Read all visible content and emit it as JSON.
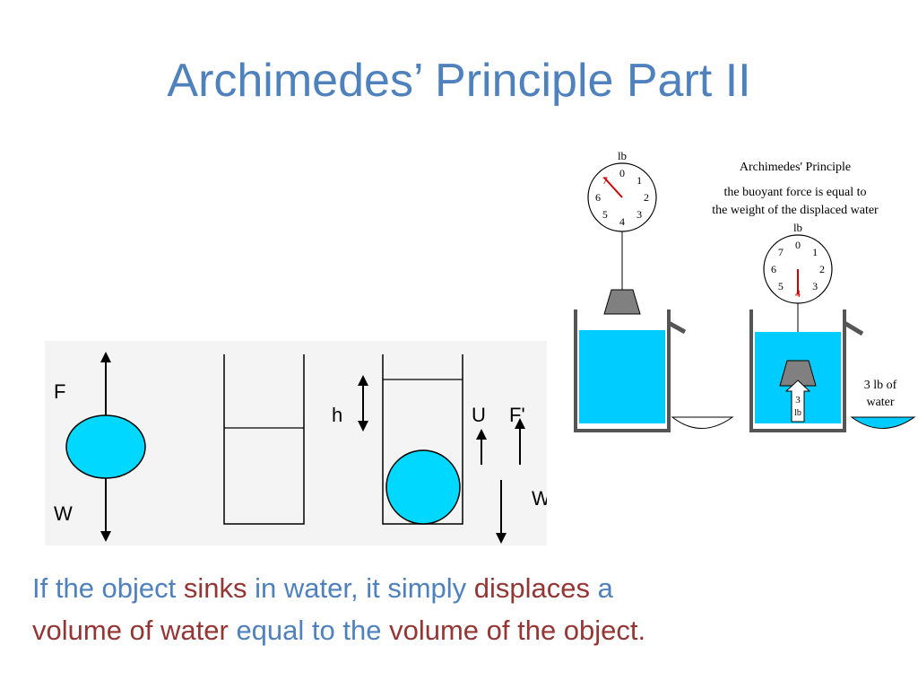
{
  "title": "Archimedes’ Principle Part II",
  "force_diagram": {
    "label_f": "F",
    "label_w": "W",
    "label_h": "h",
    "label_u": "U",
    "label_f_prime": "F'",
    "label_w2": "W"
  },
  "scale_figure": {
    "heading": "Archimedes' Principle",
    "line1": "the buoyant force is equal to",
    "line2": "the weight of the displaced water",
    "unit_left": "lb",
    "unit_right": "lb",
    "dial_left": [
      "0",
      "1",
      "2",
      "3",
      "4",
      "5",
      "6",
      "7"
    ],
    "dial_right": [
      "0",
      "1",
      "2",
      "3",
      "4",
      "5",
      "6",
      "7"
    ],
    "buoyant_value": "3",
    "buoyant_unit": "lb",
    "spill_line1": "3 lb of",
    "spill_line2": "water"
  },
  "caption": {
    "p1": "If the object ",
    "p2": "sinks",
    "p3": " in water, it simply ",
    "p4": "displaces",
    "p5": " a ",
    "p6": "volume of water",
    "p7": " equal to the ",
    "p8": "volume of the object",
    "p9": "."
  },
  "colors": {
    "title": "#4f81bd",
    "highlight": "#943634",
    "water": "#00ccff",
    "ball": "#00d8ff",
    "needle": "#cc0000",
    "weight": "#808080"
  }
}
